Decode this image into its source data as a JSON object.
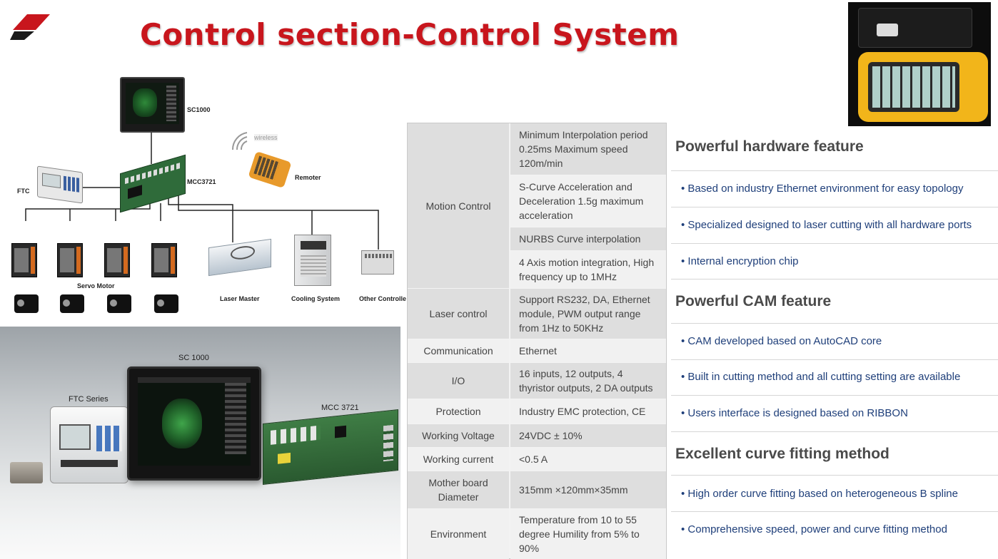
{
  "header": {
    "title": "Control section-Control System",
    "logo": "red-slash-logo",
    "accent_color": "#c8161d"
  },
  "diagram": {
    "labels": {
      "sc1000": "SC1000",
      "wireless": "wireless",
      "remoter": "Remoter",
      "ftc": "FTC",
      "mcc": "MCC3721",
      "servo": "Servo Motor",
      "laser": "Laser Master",
      "cooling": "Cooling System",
      "other": "Other Controlle"
    }
  },
  "photo": {
    "labels": {
      "sc1000": "SC 1000",
      "ftc": "FTC Series",
      "mcc": "MCC 3721"
    }
  },
  "spec_table": {
    "categories": [
      "Motion Control",
      "Laser control",
      "Communication",
      "I/O",
      "Protection",
      "Working Voltage",
      "Working current",
      "Mother board Diameter",
      "Environment"
    ],
    "values": [
      "Minimum Interpolation period 0.25ms Maximum speed 120m/min",
      "S-Curve Acceleration and Deceleration 1.5g maximum acceleration",
      "NURBS Curve interpolation",
      "4 Axis motion integration, High frequency up to 1MHz",
      "Support RS232, DA, Ethernet module, PWM output range from 1Hz to 50KHz",
      "Ethernet",
      "16 inputs, 12 outputs, 4 thyristor outputs, 2 DA outputs",
      "Industry EMC protection, CE",
      "24VDC ± 10%",
      "<0.5 A",
      "315mm ×120mm×35mm",
      "Temperature from 10 to 55 degree Humility from 5% to 90%"
    ]
  },
  "features": {
    "sections": [
      {
        "heading": "Powerful hardware feature",
        "items": [
          "• Based on industry Ethernet environment for easy topology",
          "• Specialized designed to laser cutting with all hardware ports",
          "• Internal encryption chip"
        ]
      },
      {
        "heading": "Powerful CAM feature",
        "items": [
          "• CAM developed based on AutoCAD core",
          "• Built in cutting method and all cutting setting are available",
          "• Users interface is designed based on RIBBON"
        ]
      },
      {
        "heading": "Excellent curve fitting method",
        "items": [
          "• High order curve fitting based on heterogeneous B spline",
          "• Comprehensive speed, power and curve fitting method"
        ]
      }
    ]
  }
}
